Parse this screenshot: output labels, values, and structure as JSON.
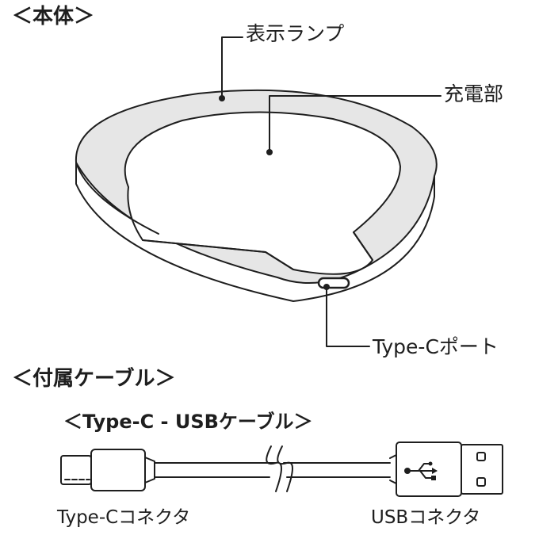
{
  "headings": {
    "body_unit": "＜本体＞",
    "cable_section": "＜付属ケーブル＞",
    "cable_title": "＜Type-C - USBケーブル＞"
  },
  "callouts": {
    "indicator_lamp": "表示ランプ",
    "charging_area": "充電部",
    "typec_port": "Type-Cポート"
  },
  "connectors": {
    "typec": "Type-Cコネクタ",
    "usb": "USBコネクタ"
  },
  "colors": {
    "line": "#1e1e1e",
    "ring_fill": "#e6e6e6",
    "background": "#ffffff"
  }
}
